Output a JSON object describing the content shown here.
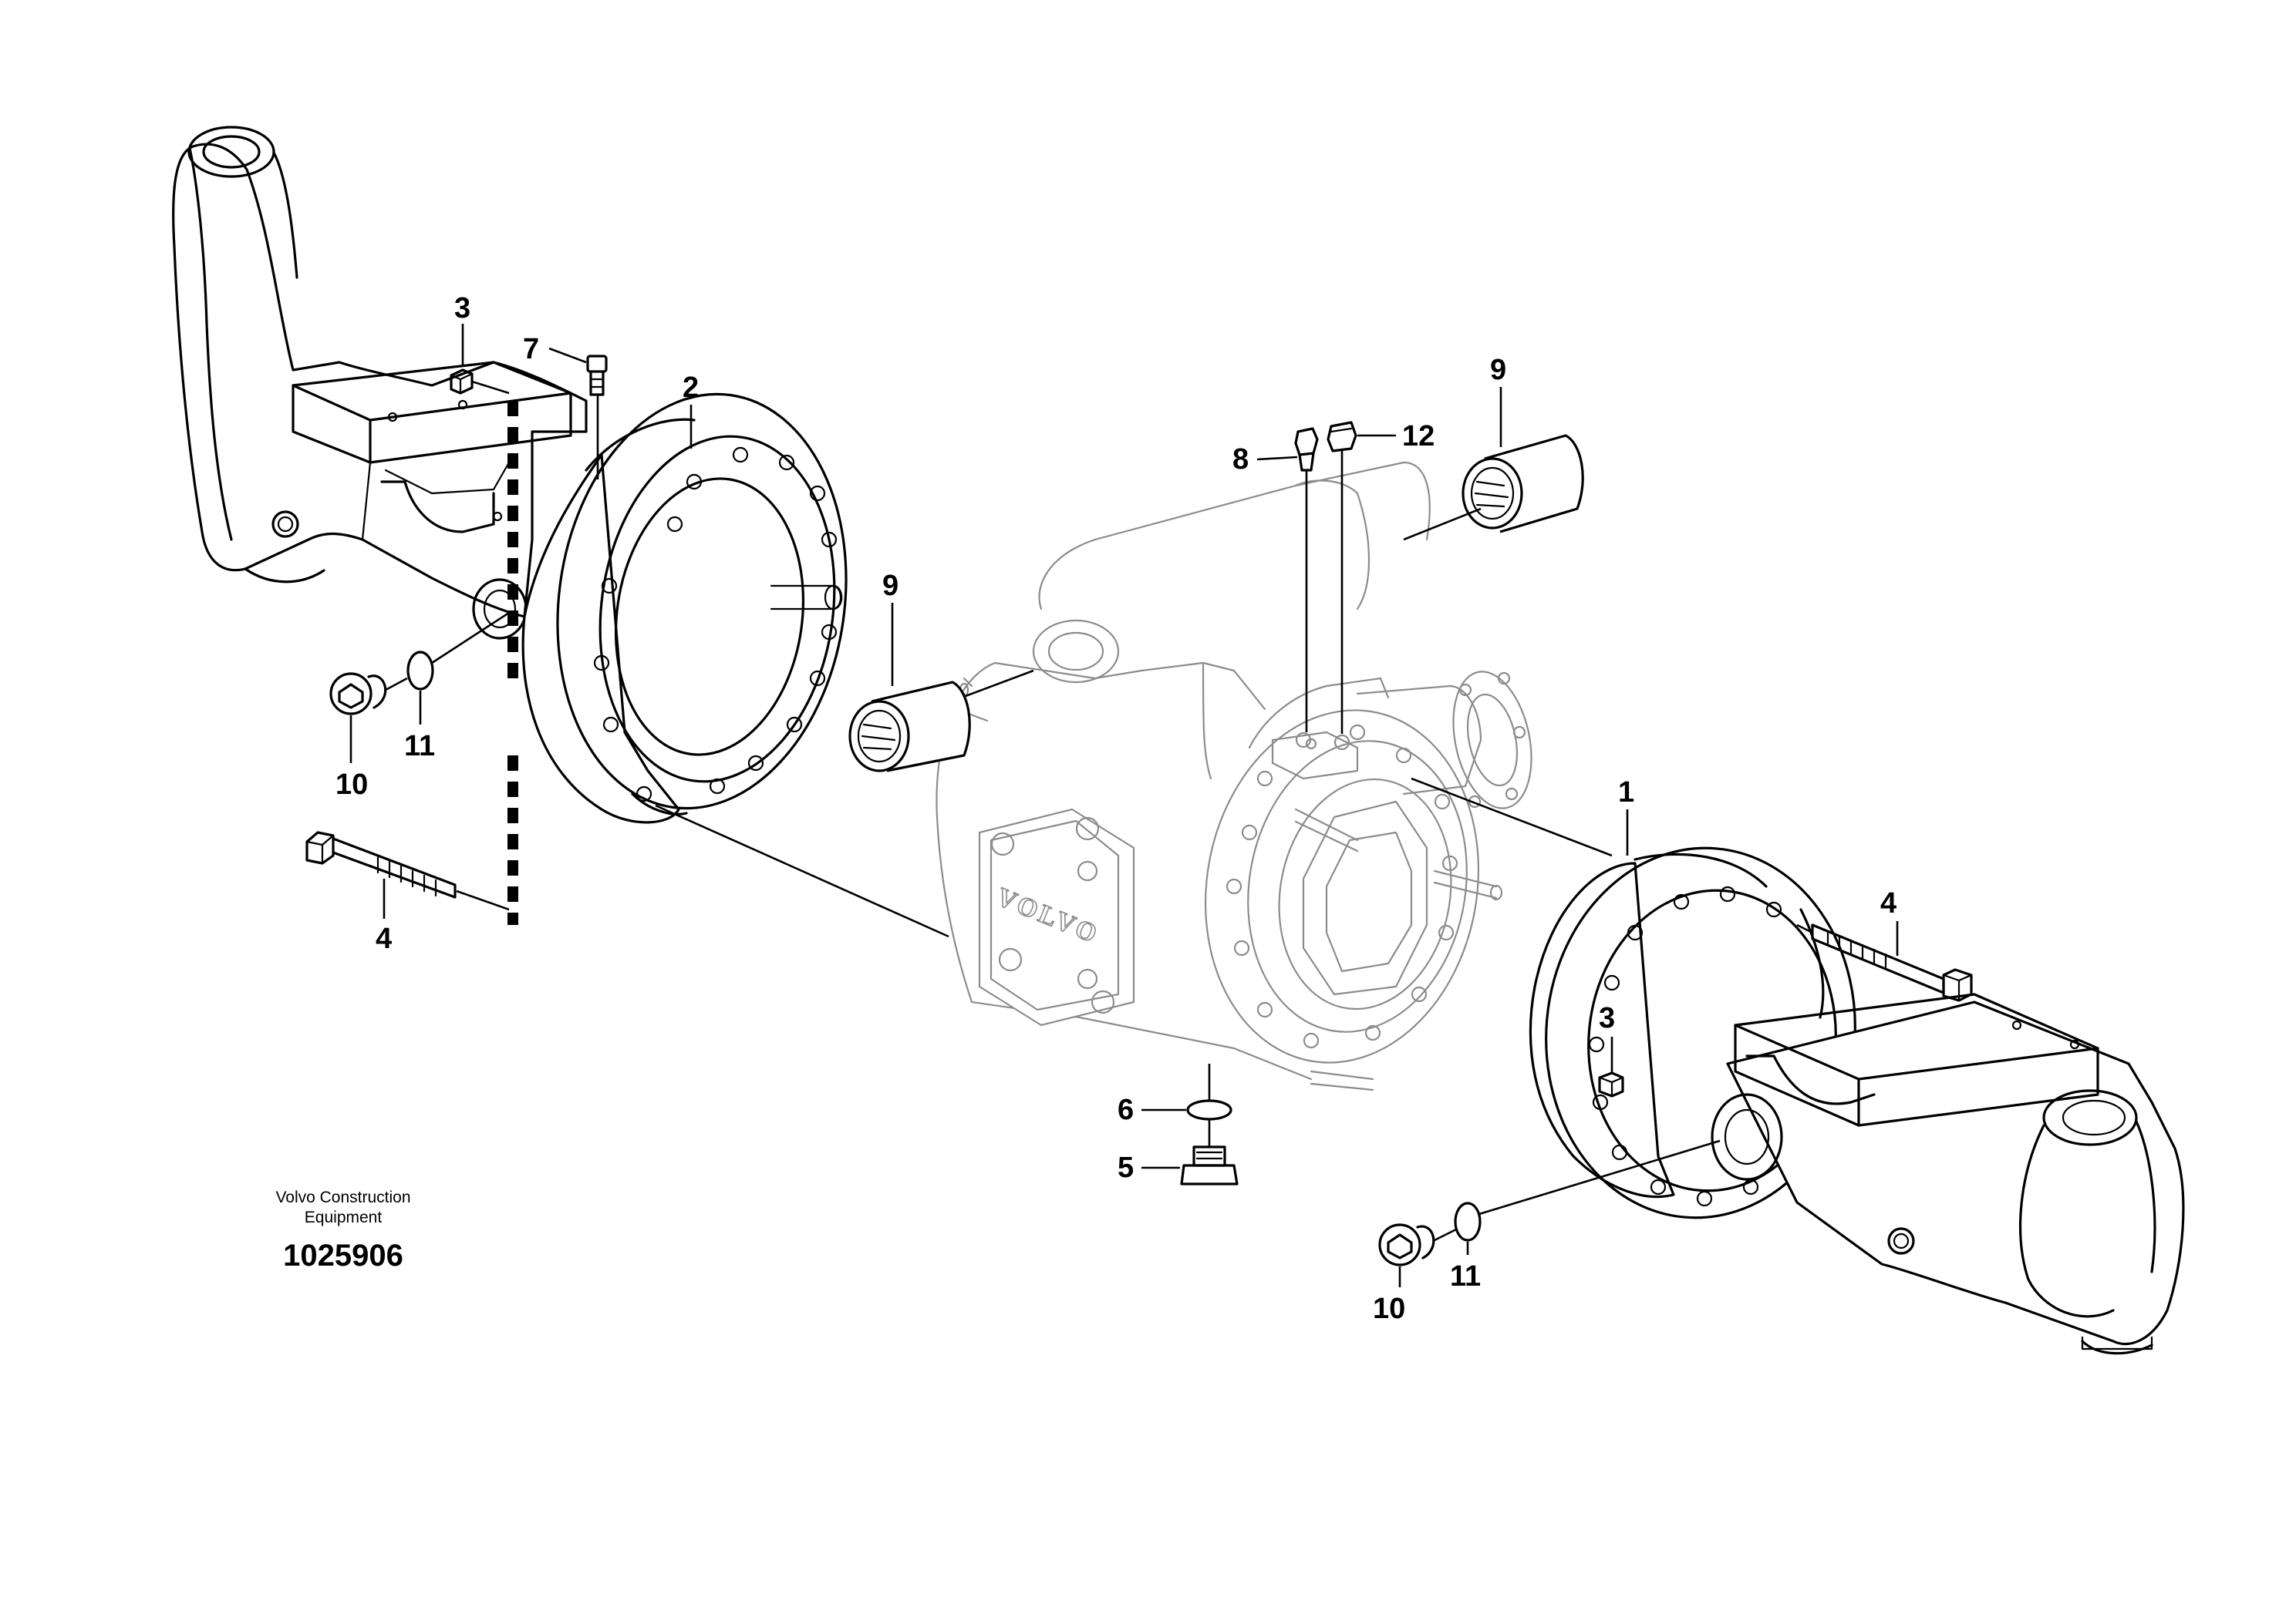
{
  "diagram": {
    "callouts": [
      {
        "id": "1"
      },
      {
        "id": "2"
      },
      {
        "id": "3"
      },
      {
        "id": "4"
      },
      {
        "id": "5"
      },
      {
        "id": "6"
      },
      {
        "id": "7"
      },
      {
        "id": "8"
      },
      {
        "id": "9"
      },
      {
        "id": "10"
      },
      {
        "id": "11"
      },
      {
        "id": "12"
      }
    ],
    "housing_brand": "VOLVO"
  },
  "footer": {
    "line1": "Volvo Construction",
    "line2": "Equipment",
    "drawing_number": "1025906"
  }
}
